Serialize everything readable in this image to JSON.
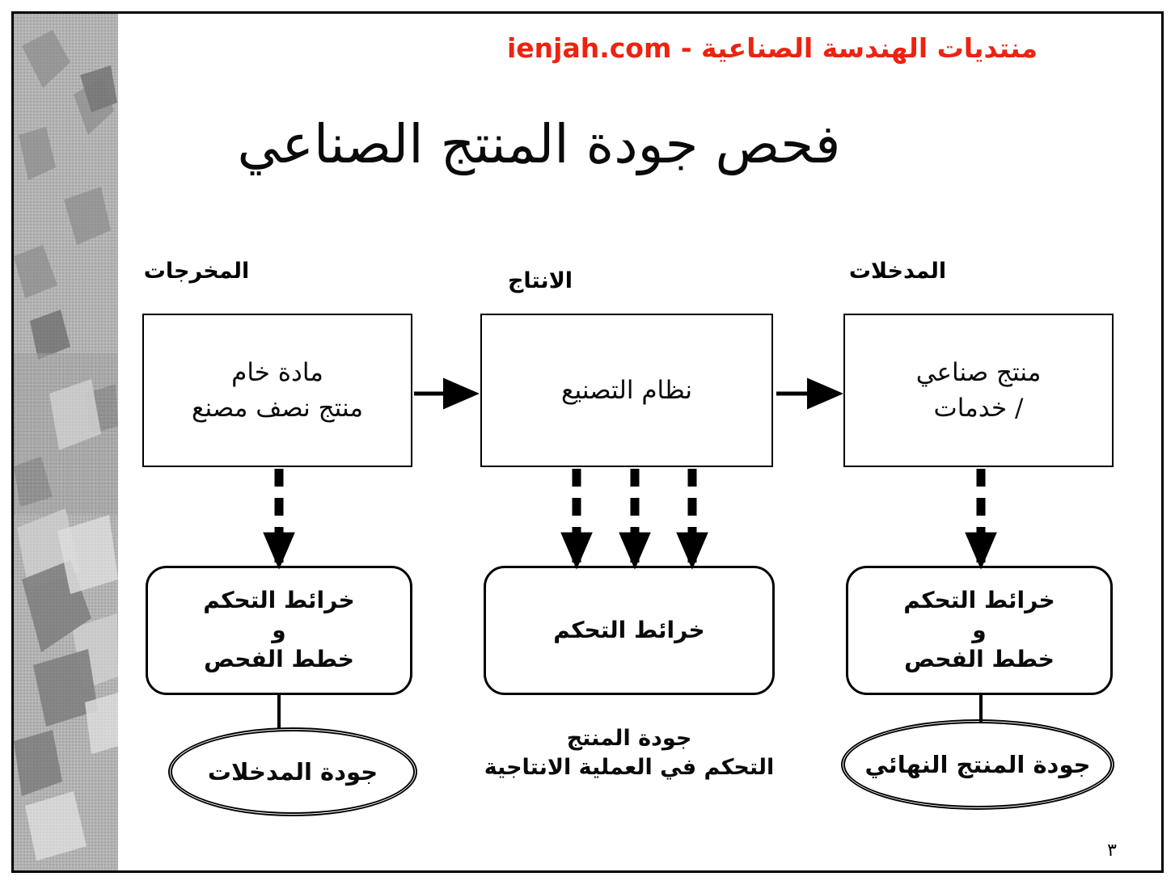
{
  "header": {
    "site_text": "منتديات الهندسة الصناعية - ",
    "domain": "ienjah.com",
    "color": "#ee2211"
  },
  "title": "فحص جودة المنتج الصناعي",
  "columns": [
    {
      "key": "inputs",
      "heading": "المدخلات"
    },
    {
      "key": "production",
      "heading": "الانتاج"
    },
    {
      "key": "outputs",
      "heading": "المخرجات"
    }
  ],
  "process_boxes": [
    {
      "key": "inputs-box",
      "line1": "مادة خام",
      "line2": "منتج نصف مصنع"
    },
    {
      "key": "production-box",
      "line1": "نظام التصنيع",
      "line2": ""
    },
    {
      "key": "outputs-box",
      "line1": "منتج صناعي",
      "line2": "/ خدمات"
    }
  ],
  "control_boxes": [
    {
      "key": "inputs-control",
      "line1": "خرائط التحكم",
      "line2": "و",
      "line3": "خطط الفحص"
    },
    {
      "key": "production-control",
      "line1": "خرائط التحكم",
      "line2": "",
      "line3": ""
    },
    {
      "key": "outputs-control",
      "line1": "خرائط التحكم",
      "line2": "و",
      "line3": "خطط الفحص"
    }
  ],
  "results": {
    "inputs_ellipse": "جودة المدخلات",
    "middle_caption_line1": "جودة المنتج",
    "middle_caption_line2": "التحكم في العملية الانتاجية",
    "outputs_ellipse": "جودة المنتج النهائي"
  },
  "page_number": "٣",
  "colors": {
    "ink": "#0a0a0a",
    "accent_red": "#ee2211",
    "texture_gray": "#a8a8a8",
    "frame": "#000000"
  }
}
